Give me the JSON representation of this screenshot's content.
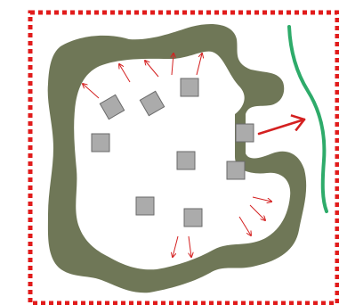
{
  "diagram": {
    "colors": {
      "background": "#ffffff",
      "boundary": "#e11b1b",
      "blob": "#6f7757",
      "block_fill": "#ababab",
      "block_stroke": "#6a6a6a",
      "arrow": "#d42020",
      "curve": "#2eab6a"
    },
    "blocks": [
      {
        "id": "block-1",
        "tilted": true
      },
      {
        "id": "block-2",
        "tilted": true
      },
      {
        "id": "block-3",
        "tilted": false
      },
      {
        "id": "block-4",
        "tilted": false
      },
      {
        "id": "block-5",
        "tilted": false
      },
      {
        "id": "block-6",
        "tilted": false
      },
      {
        "id": "block-7",
        "tilted": false
      },
      {
        "id": "block-8",
        "tilted": false
      },
      {
        "id": "block-9",
        "tilted": false
      }
    ],
    "small_arrow_count": 10,
    "large_arrow_count": 1
  }
}
